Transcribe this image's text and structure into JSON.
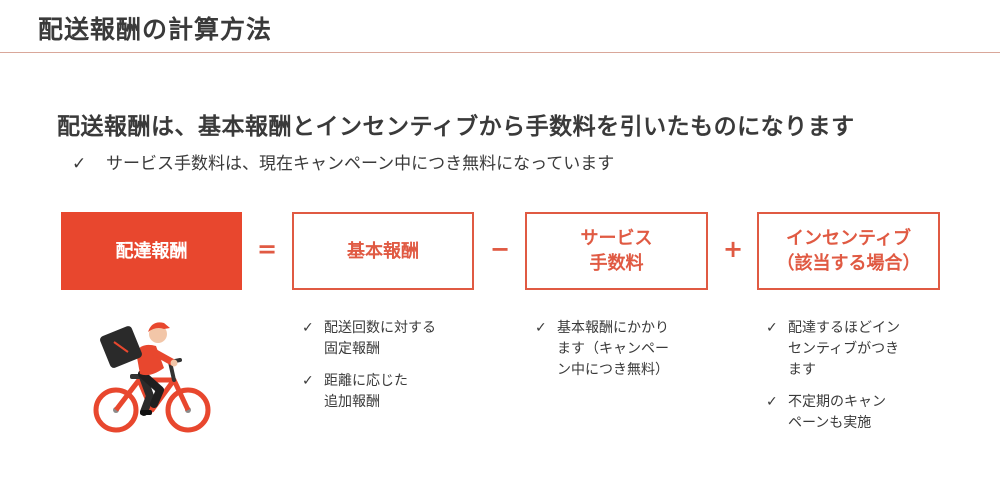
{
  "page": {
    "title": "配送報酬の計算方法"
  },
  "headline": "配送報酬は、基本報酬とインセンティブから手数料を引いたものになります",
  "subnote": {
    "check": "✓",
    "text": "サービス手数料は、現在キャンペーン中につき無料になっています"
  },
  "formula": {
    "result": "配達報酬",
    "equals": "=",
    "base": "基本報酬",
    "minus": "−",
    "fee_line1": "サービス",
    "fee_line2": "手数料",
    "plus": "+",
    "incentive_line1": "インセンティブ",
    "incentive_line2": "（該当する場合）"
  },
  "bullets": {
    "check": "✓",
    "base": [
      {
        "line1": "配送回数に対する",
        "line2": "固定報酬"
      },
      {
        "line1": "距離に応じた",
        "line2": "追加報酬"
      }
    ],
    "fee": [
      {
        "line1": "基本報酬にかかり",
        "line2": "ます（キャンペー",
        "line3": "ン中につき無料）"
      }
    ],
    "incentive": [
      {
        "line1": "配達するほどイン",
        "line2": "センティブがつき",
        "line3": "ます"
      },
      {
        "line1": "不定期のキャン",
        "line2": "ペーンも実施"
      }
    ]
  },
  "colors": {
    "accent": "#e8472e",
    "outline": "#e05a43",
    "text": "#3a3a3a"
  },
  "icons": {
    "rider": "delivery-rider-bicycle-illustration"
  }
}
